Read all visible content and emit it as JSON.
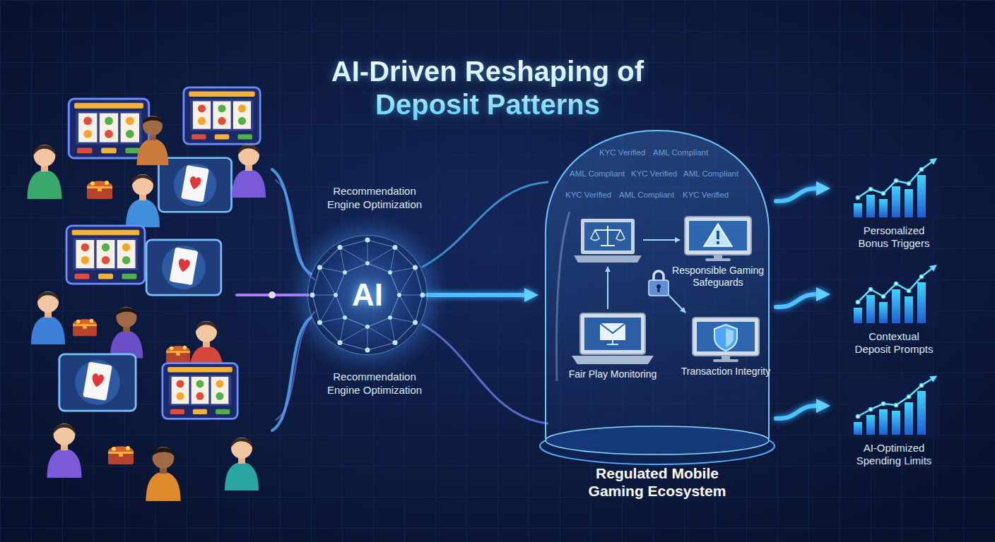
{
  "diagram": {
    "title": "AI-Driven Reshaping of Deposit Patterns",
    "nodes": [
      {
        "text": [
          "AI"
        ]
      },
      {
        "text": [
          "Regulated Mobile Gaming Ecosystem"
        ]
      },
      {
        "text": [
          "Responsible Gaming Safeguards"
        ],
        "in": 1
      },
      {
        "text": [
          "Fair Play Monitoring"
        ],
        "in": 1
      },
      {
        "text": [
          "Transaction Integrity"
        ],
        "in": 1
      },
      {
        "text": [
          "Personalized Bonus Triggers"
        ]
      },
      {
        "text": [
          "Contextual Deposit Prompts"
        ]
      },
      {
        "text": [
          "AI-Optimized Spending Limits"
        ]
      }
    ],
    "edges": [
      {
        "from": 0,
        "to": 1,
        "arrow": "to"
      },
      {
        "from": 1,
        "to": 5,
        "arrow": "to"
      },
      {
        "from": 1,
        "to": 6,
        "arrow": "to"
      },
      {
        "from": 1,
        "to": 7,
        "arrow": "to"
      }
    ],
    "labels": [
      "Recommendation Engine Optimization",
      "Recommendation Engine Optimization",
      "KYC Verified",
      "AML Compliant",
      "AML Compliant",
      "KYC Verified",
      "AML Compliant",
      "KYC Verified",
      "AML Compliant",
      "KYC Verified"
    ]
  }
}
